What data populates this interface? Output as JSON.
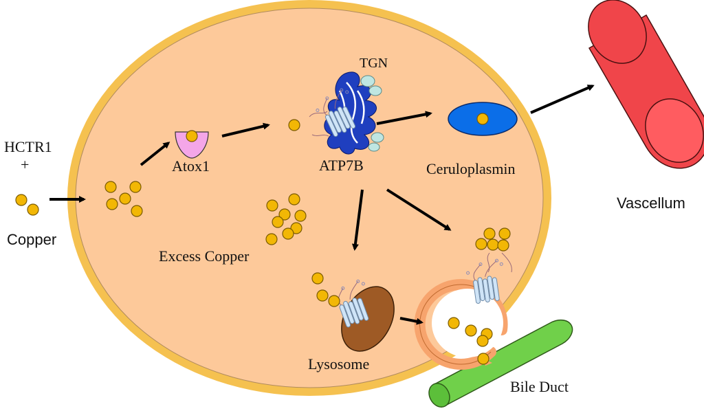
{
  "labels": {
    "hctr1": "HCTR1",
    "plus": "+",
    "copper": "Copper",
    "atox1": "Atox1",
    "tgn": "TGN",
    "atp7b": "ATP7B",
    "ceruloplasmin": "Ceruloplasmin",
    "vascellum": "Vascellum",
    "excess_copper": "Excess Copper",
    "lysosome": "Lysosome",
    "bile_duct": "Bile Duct"
  },
  "colors": {
    "cell_membrane": "#f5c150",
    "cytoplasm": "#fdc99a",
    "copper_ion": "#f2b705",
    "atox1": "#f4a6e8",
    "atp7b": "#1f3fbf",
    "ceruloplasmin": "#0b6ee8",
    "vascellum": "#f0454a",
    "lysosome": "#9e5a25",
    "vesicle": "#f7a46d",
    "bile_duct": "#70d04a",
    "transporter": "#cfe4f7"
  }
}
